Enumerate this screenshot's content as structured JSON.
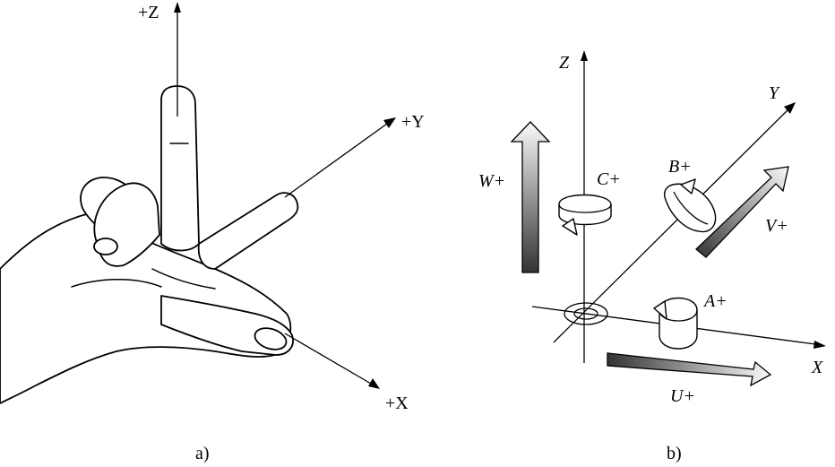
{
  "panel_a": {
    "caption": "a)",
    "axes": {
      "z": "+Z",
      "y": "+Y",
      "x": "+X"
    }
  },
  "panel_b": {
    "caption": "b)",
    "axes": {
      "z": "Z",
      "y": "Y",
      "x": "X"
    },
    "motions": {
      "w": "W+",
      "c": "C+",
      "b": "B+",
      "v": "V+",
      "a": "A+",
      "u": "U+"
    }
  }
}
